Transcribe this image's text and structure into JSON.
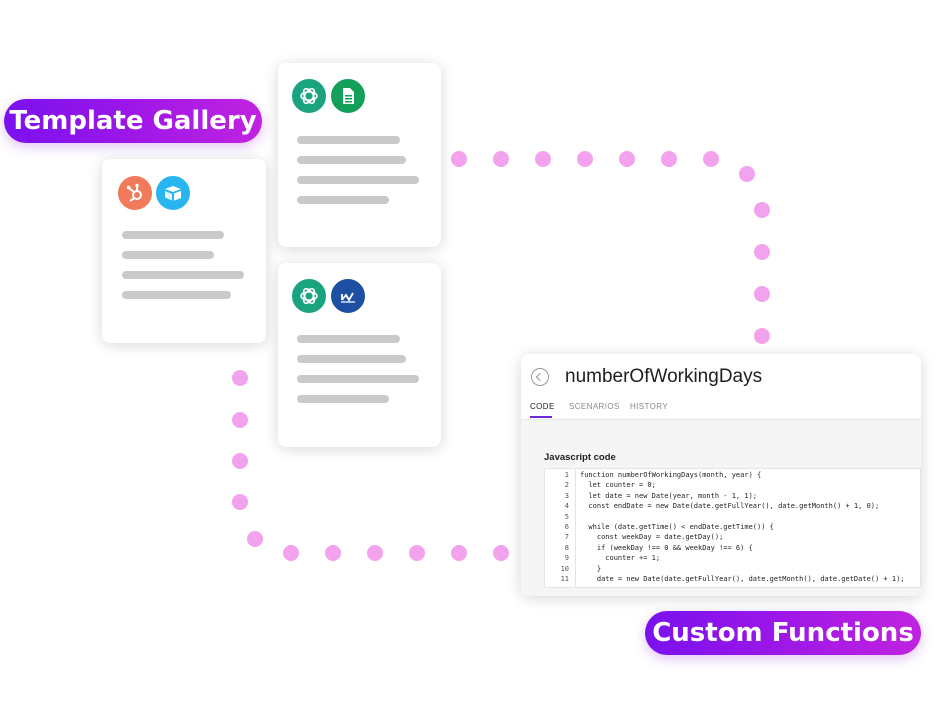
{
  "labels": {
    "template_gallery": "Template Gallery",
    "custom_functions": "Custom Functions"
  },
  "colors": {
    "dot": "#f3a2ee",
    "pill_gradient_start": "#7a11ee",
    "pill_gradient_end": "#c123df",
    "placeholder_bar": "#c9c9c9"
  },
  "cards": [
    {
      "icons": [
        "hubspot-icon",
        "airtable-icon"
      ]
    },
    {
      "icons": [
        "openai-icon",
        "google-sheets-icon"
      ]
    },
    {
      "icons": [
        "openai-icon",
        "webflow-icon"
      ]
    }
  ],
  "code_window": {
    "title": "numberOfWorkingDays",
    "tabs": [
      "CODE",
      "SCENARIOS",
      "HISTORY"
    ],
    "active_tab": "CODE",
    "section_label": "Javascript code",
    "line_numbers": [
      "1",
      "2",
      "3",
      "4",
      "5",
      "6",
      "7",
      "8",
      "9",
      "10",
      "11"
    ],
    "code_lines": [
      "function numberOfWorkingDays(month, year) {",
      "  let counter = 0;",
      "  let date = new Date(year, month - 1, 1);",
      "  const endDate = new Date(date.getFullYear(), date.getMonth() + 1, 0);",
      "",
      "  while (date.getTime() < endDate.getTime()) {",
      "    const weekDay = date.getDay();",
      "    if (weekDay !== 0 && weekDay !== 6) {",
      "      counter += 1;",
      "    }",
      "    date = new Date(date.getFullYear(), date.getMonth(), date.getDate() + 1);"
    ]
  }
}
